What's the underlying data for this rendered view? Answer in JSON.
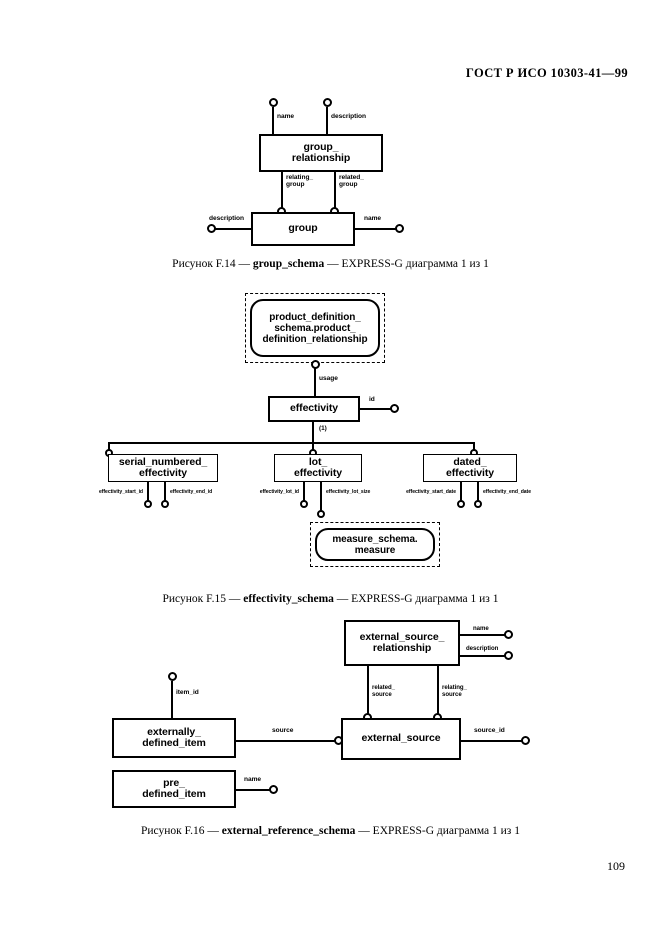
{
  "document": {
    "header": "ГОСТ Р ИСО 10303-41—99",
    "page_number": "109"
  },
  "figures": [
    {
      "id": "F.14",
      "caption_prefix": "Рисунок F.14 — ",
      "caption_schema": "group_schema",
      "caption_suffix": " — EXPRESS-G диаграмма 1 из 1",
      "schema": "group_schema",
      "entities": [
        {
          "name": "group_\nrelationship",
          "attributes": [
            "name",
            "description",
            "relating_\ngroup",
            "related_\ngroup"
          ]
        },
        {
          "name": "group",
          "attributes": [
            "description",
            "name"
          ]
        }
      ],
      "labels": {
        "name": "name",
        "description": "description",
        "relating_group": "relating_\ngroup",
        "related_group": "related_\ngroup",
        "group_relationship": "group_\nrelationship",
        "group": "group",
        "group_description": "description",
        "group_name": "name"
      }
    },
    {
      "id": "F.15",
      "caption_prefix": "Рисунок F.15 — ",
      "caption_schema": "effectivity_schema",
      "caption_suffix": " — EXPRESS-G диаграмма 1 из 1",
      "schema": "effectivity_schema",
      "labels": {
        "product_definition_ref": "product_definition_\nschema.product_\ndefinition_relationship",
        "usage": "usage",
        "effectivity": "effectivity",
        "id": "id",
        "subtype_count": "(1)",
        "serial_numbered_effectivity": "serial_numbered_\neffectivity",
        "lot_effectivity": "lot_\neffectivity",
        "dated_effectivity": "dated_\neffectivity",
        "effectivity_start_id": "effectivity_start_id",
        "effectivity_end_id": "effectivity_end_id",
        "effectivity_lot_id": "effectivity_lot_id",
        "effectivity_lot_size": "effectivity_lot_size",
        "effectivity_start_date": "effectivity_start_date",
        "effectivity_end_date": "effectivity_end_date",
        "measure_ref": "measure_schema.\nmeasure"
      }
    },
    {
      "id": "F.16",
      "caption_prefix": "Рисунок F.16 — ",
      "caption_schema": "external_reference_schema",
      "caption_suffix": " — EXPRESS-G диаграмма 1 из 1",
      "schema": "external_reference_schema",
      "labels": {
        "external_source_relationship": "external_source_\nrelationship",
        "name": "name",
        "description": "description",
        "related_source": "related_\nsource",
        "relating_source": "relating_\nsource",
        "item_id": "item_id",
        "externally_defined_item": "externally_\ndefined_item",
        "pre_defined_item": "pre_\ndefined_item",
        "external_source": "external_source",
        "source": "source",
        "source_id": "source_id",
        "pre_defined_name": "name"
      }
    }
  ]
}
